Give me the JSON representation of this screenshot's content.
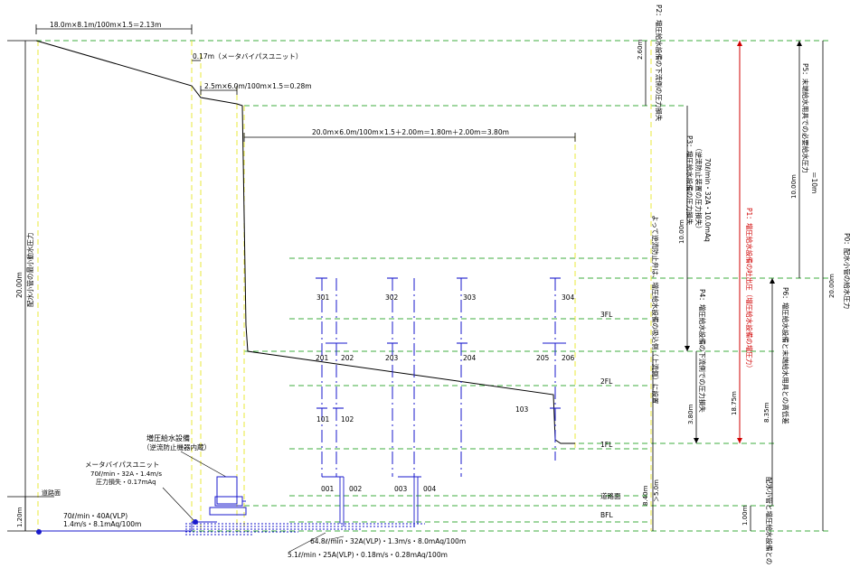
{
  "colors": {
    "green": "#3fae3f",
    "yellow": "#e8e83a",
    "blue": "#1a1acc",
    "black": "#000000",
    "red": "#d00000"
  },
  "top_dims": {
    "top_formula": "18.0m×8.1m/100m×1.5＝2.13m",
    "meter_unit": "0.17m（メータバイパスユニット）",
    "second_formula": "2.5m×6.0m/100m×1.5＝0.28m",
    "long_formula": "20.0m×6.0m/100m×1.5＋2.00m＝1.80m＋2.00m＝3.80m"
  },
  "left_labels": {
    "height_20": "20.00m",
    "main_pressure": "配水小管の最小動水圧力",
    "height_120": "1.20m",
    "road_surface": "道路面",
    "main_pipe_1": "70ℓ/min・40A(VLP)",
    "main_pipe_2": "1.4m/s・8.1mAq/100m"
  },
  "equipment": {
    "booster_1": "増圧給水設備",
    "booster_2": "（逆流防止機器内蔵）",
    "meter_title": "メータバイパスユニット",
    "meter_line_1": "70ℓ/min・32A・1.4m/s",
    "meter_line_2": "圧力損失・0.17mAq"
  },
  "bottom_pipes": {
    "pipe_a": "64.8ℓ/min・32A(VLP)・1.3m/s・8.0mAq/100m",
    "pipe_b": "5.1ℓ/min・25A(VLP)・0.18m/s・0.28mAq/100m"
  },
  "floors": {
    "f3": "3FL",
    "f2": "2FL",
    "f1": "1FL",
    "road": "道路面",
    "b": "BFL"
  },
  "rooms": {
    "r301": "301",
    "r302": "302",
    "r303": "303",
    "r304": "304",
    "r201": "201",
    "r202": "202",
    "r203": "203",
    "r204": "204",
    "r205": "205",
    "r206": "206",
    "r101": "101",
    "r102": "102",
    "r103": "103",
    "r001": "001",
    "r002": "002",
    "r003": "003",
    "r004": "004"
  },
  "right_labels": {
    "p2": "P2：増圧給水設備の下流側の圧力損失",
    "p2_dim": "2.60m",
    "p3": "P3：増圧給水設備の圧力損失",
    "p3_sub": "（逆流防止装置の圧力損失）",
    "p3_val": "70ℓ/min・32A・10.0mAq",
    "p3_dim": "10.00m",
    "p4": "P4：増圧給水設備の下流側での圧力損失",
    "p4_dim": "3.80m",
    "side_note": "よって逆流防止弁は、増圧給水設備の吸込側（上流側）に設置",
    "side_dim_1": "8.40m",
    "side_dim_2": "＞5.0m",
    "p1": "P1：増圧給水設備の吐出圧（増圧給水設備の増圧力）",
    "p1_dim": "18.75m",
    "p5": "P5：末端給水用具での必要給水圧力",
    "p5_val": "＝10m",
    "p5_dim": "10.00m",
    "p6": "P6：増圧給水設備と末端給水用具との高低差",
    "p6_dim": "8.35m",
    "p7": "配水小管と増圧給水設備との高低差",
    "p7_dim": "1.00m",
    "p0": "P0：配水小管の給水圧力",
    "p0_dim": "20.00m"
  }
}
